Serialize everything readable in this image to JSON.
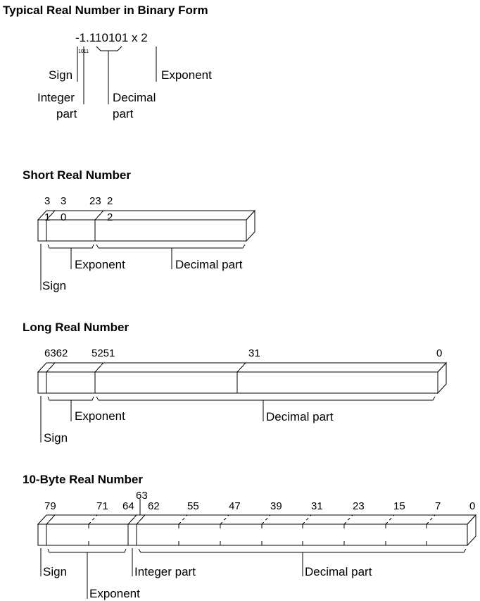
{
  "typical": {
    "title": "Typical Real Number in Binary Form",
    "number": "-1.110101 x 2",
    "exponent_value": "1011",
    "sign_label": "Sign",
    "integer_label_1": "Integer",
    "integer_label_2": "part",
    "decimal_label_1": "Decimal",
    "decimal_label_2": "part",
    "exponent_label": "Exponent"
  },
  "short": {
    "title": "Short Real Number",
    "bit_31_a": "3",
    "bit_31_b": "1",
    "bit_30_a": "3",
    "bit_30_b": "0",
    "bit_23": "23",
    "bit_22_a": "2",
    "bit_22_b": "2",
    "exponent_label": "Exponent",
    "decimal_label": "Decimal part",
    "sign_label": "Sign"
  },
  "long": {
    "title": "Long Real Number",
    "bit_6362": "6362",
    "bit_5251": "5251",
    "bit_31": "31",
    "bit_0": "0",
    "exponent_label": "Exponent",
    "decimal_label": "Decimal part",
    "sign_label": "Sign"
  },
  "tenbyte": {
    "title": "10-Byte Real Number",
    "bit_63": "63",
    "bits": [
      "79",
      "71",
      "64",
      "62",
      "55",
      "47",
      "39",
      "31",
      "23",
      "15",
      "7",
      "0"
    ],
    "sign_label": "Sign",
    "integer_label": "Integer part",
    "decimal_label": "Decimal part",
    "exponent_label": "Exponent"
  }
}
